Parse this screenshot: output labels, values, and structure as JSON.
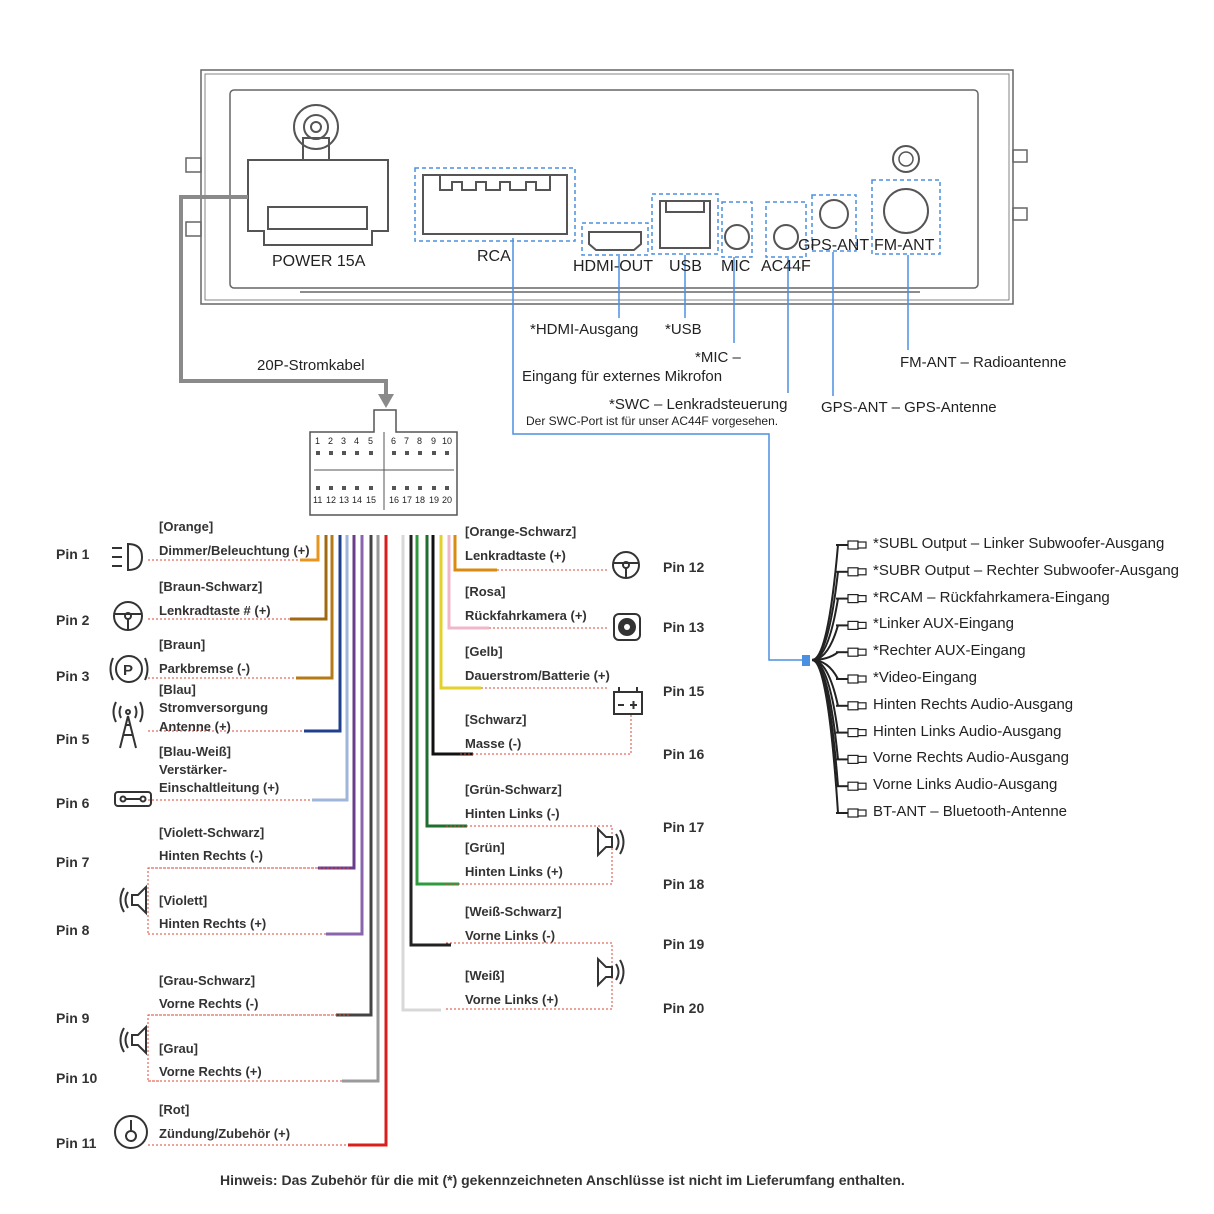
{
  "ports": {
    "power": "POWER 15A",
    "rca": "RCA",
    "hdmi_out": "HDMI-OUT",
    "usb": "USB",
    "mic": "MIC",
    "ac44f": "AC44F",
    "gps_ant": "GPS-ANT",
    "fm_ant": "FM-ANT"
  },
  "port_descriptions": {
    "hdmi": "*HDMI-Ausgang",
    "usb": "*USB",
    "mic_line1": "*MIC –",
    "mic_line2": "Eingang für externes Mikrofon",
    "swc": "*SWC – Lenkradsteuerung",
    "swc_note": "Der SWC-Port ist für unser AC44F vorgesehen.",
    "gps": "GPS-ANT – GPS-Antenne",
    "fm": "FM-ANT – Radioantenne"
  },
  "power_cable_label": "20P-Stromkabel",
  "connector_top_numbers": [
    "1",
    "2",
    "3",
    "4",
    "5",
    "6",
    "7",
    "8",
    "9",
    "10"
  ],
  "connector_bottom_numbers": [
    "11",
    "12",
    "13",
    "14",
    "15",
    "16",
    "17",
    "18",
    "19",
    "20"
  ],
  "rca_outputs": [
    "*SUBL Output – Linker Subwoofer-Ausgang",
    "*SUBR Output – Rechter Subwoofer-Ausgang",
    "*RCAM – Rückfahrkamera-Eingang",
    "*Linker AUX-Eingang",
    "*Rechter AUX-Eingang",
    "*Video-Eingang",
    "Hinten Rechts Audio-Ausgang",
    "Hinten Links Audio-Ausgang",
    "Vorne Rechts Audio-Ausgang",
    "Vorne Links Audio-Ausgang",
    "BT-ANT – Bluetooth-Antenne"
  ],
  "left_pins": [
    {
      "pin": "Pin 1",
      "color_name": "[Orange]",
      "function": [
        "Dimmer/Beleuchtung (+)"
      ],
      "wire": "#e8951f",
      "icon": "headlight-icon"
    },
    {
      "pin": "Pin 2",
      "color_name": "[Braun-Schwarz]",
      "function": [
        "Lenkradtaste # (+)"
      ],
      "wire": "#a06a10",
      "icon": "steering-wheel-icon"
    },
    {
      "pin": "Pin 3",
      "color_name": "[Braun]",
      "function": [
        "Parkbremse (-)"
      ],
      "wire": "#b37a15",
      "icon": "parking-brake-icon"
    },
    {
      "pin": "Pin 5",
      "color_name": "[Blau]",
      "function": [
        "Stromversorgung",
        "Antenne (+)"
      ],
      "wire": "#1f3f8f",
      "icon": "antenna-icon"
    },
    {
      "pin": "Pin 6",
      "color_name": "[Blau-Weiß]",
      "function": [
        "Verstärker-",
        "Einschaltleitung (+)"
      ],
      "wire": "#9fb6da",
      "icon": "amplifier-icon"
    },
    {
      "pin": "Pin 7",
      "color_name": "[Violett-Schwarz]",
      "function": [
        "Hinten Rechts (-)"
      ],
      "wire": "#6b3c8a",
      "icon": "speaker-icon"
    },
    {
      "pin": "Pin 8",
      "color_name": "[Violett]",
      "function": [
        "Hinten Rechts (+)"
      ],
      "wire": "#8a65ad",
      "icon": "speaker-icon"
    },
    {
      "pin": "Pin 9",
      "color_name": "[Grau-Schwarz]",
      "function": [
        "Vorne Rechts (-)"
      ],
      "wire": "#444444",
      "icon": "speaker-icon"
    },
    {
      "pin": "Pin 10",
      "color_name": "[Grau]",
      "function": [
        "Vorne Rechts (+)"
      ],
      "wire": "#9a9a9a",
      "icon": "speaker-icon"
    },
    {
      "pin": "Pin 11",
      "color_name": "[Rot]",
      "function": [
        "Zündung/Zubehör (+)"
      ],
      "wire": "#d81e1e",
      "icon": "ignition-key-icon"
    }
  ],
  "right_pins": [
    {
      "pin": "Pin 12",
      "color_name": "[Orange-Schwarz]",
      "function": "Lenkradtaste (+)",
      "wire": "#d98a10",
      "icon": "steering-wheel-icon"
    },
    {
      "pin": "Pin 13",
      "color_name": "[Rosa]",
      "function": "Rückfahrkamera (+)",
      "wire": "#f0b7c8",
      "icon": "camera-icon"
    },
    {
      "pin": "Pin 15",
      "color_name": "[Gelb]",
      "function": "Dauerstrom/Batterie (+)",
      "wire": "#e3d12a",
      "icon": "battery-icon"
    },
    {
      "pin": "Pin 16",
      "color_name": "[Schwarz]",
      "function": "Masse (-)",
      "wire": "#111111",
      "icon": ""
    },
    {
      "pin": "Pin 17",
      "color_name": "[Grün-Schwarz]",
      "function": "Hinten Links (-)",
      "wire": "#1e6e2e",
      "icon": "speaker-icon"
    },
    {
      "pin": "Pin 18",
      "color_name": "[Grün]",
      "function": "Hinten Links (+)",
      "wire": "#2f9a3e",
      "icon": ""
    },
    {
      "pin": "Pin 19",
      "color_name": "[Weiß-Schwarz]",
      "function": "Vorne Links (-)",
      "wire": "#222222",
      "icon": "speaker-icon"
    },
    {
      "pin": "Pin 20",
      "color_name": "[Weiß]",
      "function": "Vorne Links (+)",
      "wire": "#d8d8d8",
      "icon": ""
    }
  ],
  "note": "Hinweis: Das Zubehör für die mit (*) gekennzeichneten Anschlüsse ist nicht im Lieferumfang enthalten."
}
